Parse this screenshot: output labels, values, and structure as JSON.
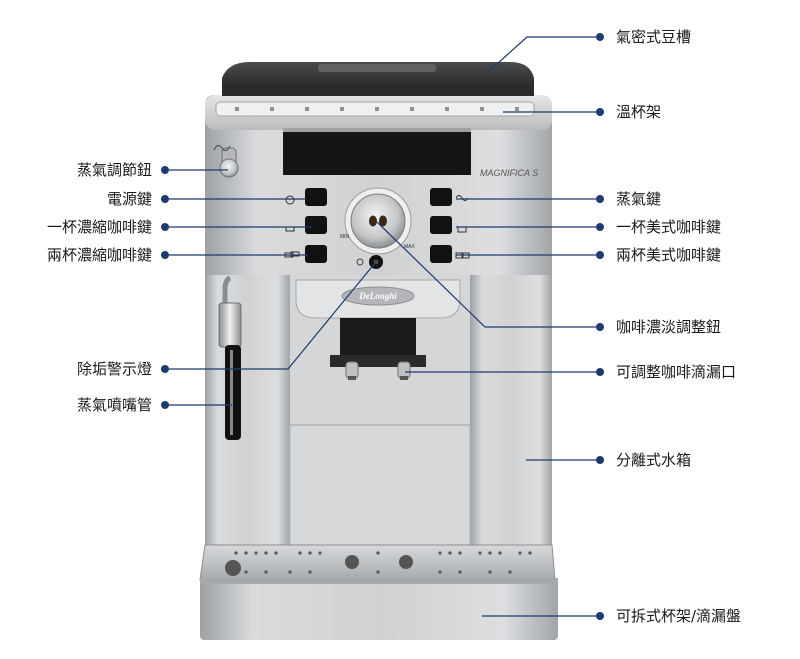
{
  "brand": {
    "logo": "DeLonghi",
    "model": "MAGNIFICA S",
    "knob_min": "MIN",
    "knob_max": "MAX"
  },
  "labels": {
    "left": [
      "蒸氣調節鈕",
      "電源鍵",
      "一杯濃縮咖啡鍵",
      "兩杯濃縮咖啡鍵",
      "除垢警示燈",
      "蒸氣噴嘴管"
    ],
    "right": [
      "氣密式豆槽",
      "溫杯架",
      "蒸氣鍵",
      "一杯美式咖啡鍵",
      "兩杯美式咖啡鍵",
      "咖啡濃淡調整鈕",
      "可調整咖啡滴漏口",
      "分離式水箱",
      "可拆式杯架/滴漏盤"
    ]
  },
  "colors": {
    "leader": "#1f3b6e",
    "body_silver": "#c9cbcd",
    "panel_black": "#111111"
  }
}
